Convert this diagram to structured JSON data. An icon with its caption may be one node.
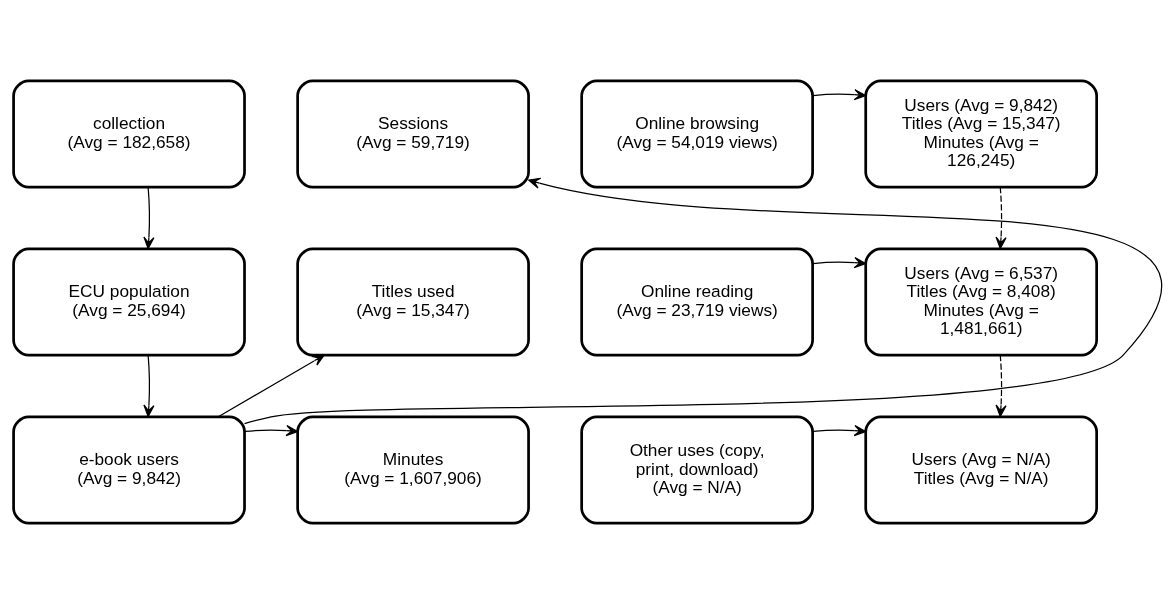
{
  "diagram": {
    "nodes": [
      {
        "text": [
          "collection",
          "(Avg = 182,658)"
        ]
      },
      {
        "text": [
          "ECU population",
          "(Avg = 25,694)"
        ]
      },
      {
        "text": [
          "e-book users",
          "(Avg = 9,842)"
        ]
      },
      {
        "text": [
          "Sessions",
          "(Avg = 59,719)"
        ]
      },
      {
        "text": [
          "Titles used",
          "(Avg = 15,347)"
        ]
      },
      {
        "text": [
          "Minutes",
          "(Avg = 1,607,906)"
        ]
      },
      {
        "text": [
          "Online browsing",
          "(Avg = 54,019 views)"
        ]
      },
      {
        "text": [
          "Users (Avg = 9,842)",
          "Titles (Avg = 15,347)",
          "Minutes (Avg = 126,245)"
        ]
      },
      {
        "text": [
          "Online reading",
          "(Avg = 23,719 views)"
        ]
      },
      {
        "text": [
          "Users (Avg = 6,537)",
          "Titles (Avg = 8,408)",
          "Minutes (Avg = 1,481,661)"
        ]
      },
      {
        "text": [
          "Other uses (copy, print, download)",
          "(Avg = N/A)"
        ]
      },
      {
        "text": [
          "Users (Avg = N/A)",
          "Titles (Avg = N/A)"
        ]
      }
    ],
    "edges": [
      {
        "from": 0,
        "to": 1,
        "arrow": "to"
      },
      {
        "from": 1,
        "to": 2,
        "arrow": "to"
      },
      {
        "from": 2,
        "to": 3,
        "arrow": "to"
      },
      {
        "from": 2,
        "to": 4,
        "arrow": "to"
      },
      {
        "from": 2,
        "to": 5,
        "arrow": "to"
      },
      {
        "from": 6,
        "to": 7,
        "arrow": "to"
      },
      {
        "from": 8,
        "to": 9,
        "arrow": "to"
      },
      {
        "from": 10,
        "to": 11,
        "arrow": "to"
      },
      {
        "from": 7,
        "to": 9,
        "arrow": "to",
        "style": "dashed"
      },
      {
        "from": 9,
        "to": 11,
        "arrow": "to",
        "style": "dashed"
      }
    ]
  }
}
